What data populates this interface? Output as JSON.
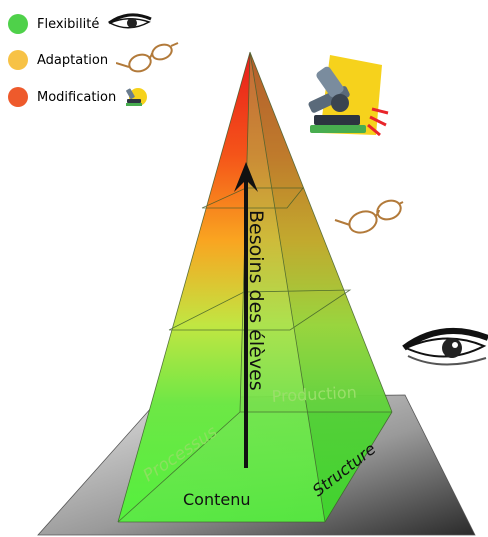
{
  "legend": [
    {
      "label": "Flexibilité",
      "color": "#4fd14a",
      "icon": "eye-icon"
    },
    {
      "label": "Adaptation",
      "color": "#f7c246",
      "icon": "glasses-icon"
    },
    {
      "label": "Modification",
      "color": "#ee5a2c",
      "icon": "microscope-icon"
    }
  ],
  "pyramid": {
    "arrow_label": "Besoins des élèves",
    "faces": {
      "front": "Contenu",
      "left": "Processus",
      "right": "Structure",
      "back": "Production"
    }
  },
  "side_icons": [
    "microscope-icon",
    "glasses-icon",
    "eye-icon"
  ],
  "colors": {
    "top": "#e8201a",
    "middle": "#f39a1a",
    "bottom": "#3fe03a",
    "base_light": "#c0c0c0",
    "base_dark": "#3a3a3a"
  }
}
